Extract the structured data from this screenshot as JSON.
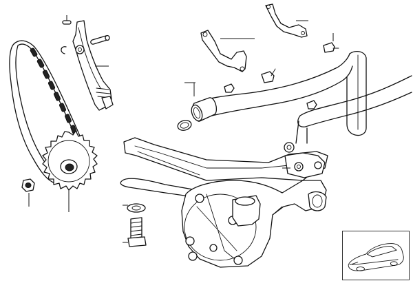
{
  "diagram": {
    "parts": [
      "timing-chain",
      "chain-guide-tensioner",
      "dowel-pin",
      "retaining-clip",
      "guide-pin",
      "chain-sprocket",
      "sprocket-nut",
      "oil-pump",
      "oil-pickup-pipe",
      "pipe-bracket-upper",
      "pipe-bracket-right",
      "bracket-bolt",
      "pipe-bolt",
      "pipe-seal-ring",
      "pump-bolt",
      "pump-washer",
      "vehicle-thumbnail"
    ],
    "colors": {
      "line": "#111111",
      "background": "#ffffff"
    }
  }
}
